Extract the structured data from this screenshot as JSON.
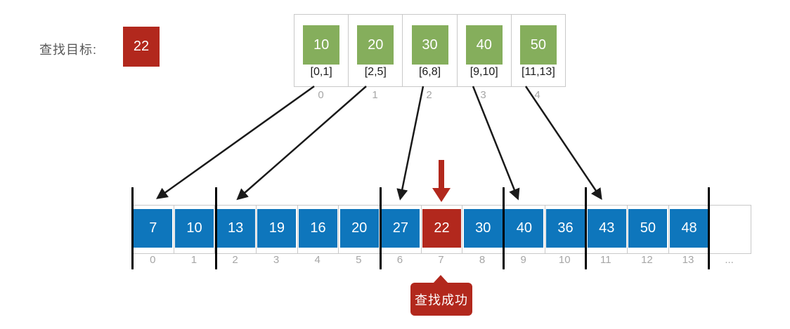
{
  "colors": {
    "green": "#85AE5C",
    "blue": "#0E76BC",
    "red": "#B2281D",
    "border": "#C9C9C9",
    "index_gray": "#A6A6A6",
    "label_gray": "#595959",
    "arrow": "#1A1A1A"
  },
  "target": {
    "label": "查找目标:",
    "value": "22"
  },
  "index_table": {
    "cells": [
      {
        "value": "10",
        "range": "[0,1]",
        "index": "0"
      },
      {
        "value": "20",
        "range": "[2,5]",
        "index": "1"
      },
      {
        "value": "30",
        "range": "[6,8]",
        "index": "2"
      },
      {
        "value": "40",
        "range": "[9,10]",
        "index": "3"
      },
      {
        "value": "50",
        "range": "[11,13]",
        "index": "4"
      }
    ]
  },
  "array": {
    "highlight_index": 7,
    "cells": [
      {
        "value": "7",
        "index": "0"
      },
      {
        "value": "10",
        "index": "1"
      },
      {
        "value": "13",
        "index": "2"
      },
      {
        "value": "19",
        "index": "3"
      },
      {
        "value": "16",
        "index": "4"
      },
      {
        "value": "20",
        "index": "5"
      },
      {
        "value": "27",
        "index": "6"
      },
      {
        "value": "22",
        "index": "7"
      },
      {
        "value": "30",
        "index": "8"
      },
      {
        "value": "40",
        "index": "9"
      },
      {
        "value": "36",
        "index": "10"
      },
      {
        "value": "43",
        "index": "11"
      },
      {
        "value": "50",
        "index": "12"
      },
      {
        "value": "48",
        "index": "13"
      },
      {
        "value": "",
        "index": "..."
      }
    ]
  },
  "callout": {
    "label": "查找成功"
  }
}
